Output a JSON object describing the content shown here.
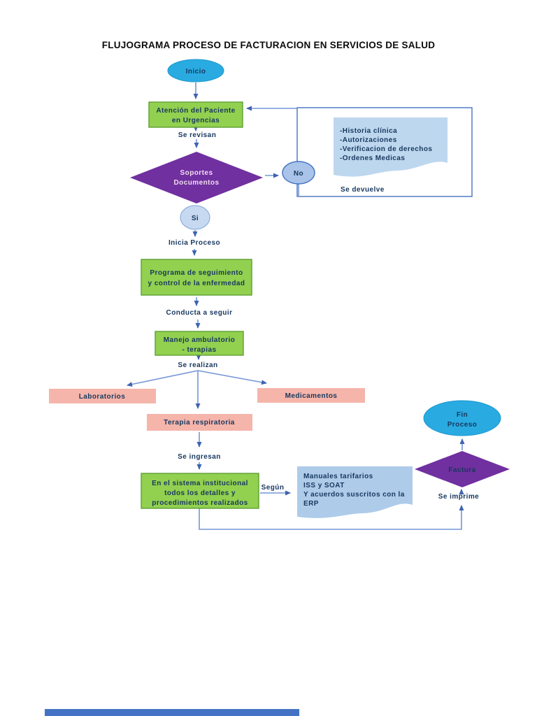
{
  "page": {
    "title": "FLUJOGRAMA PROCESO DE FACTURACION EN SERVICIOS DE SALUD"
  },
  "flowchart": {
    "nodes": {
      "inicio": {
        "label": "Inicio"
      },
      "atencion": {
        "line1": "Atención del Paciente",
        "line2": "en Urgencias"
      },
      "soportes": {
        "line1": "Soportes",
        "line2": "Documentos"
      },
      "no": {
        "label": "No"
      },
      "si": {
        "label": "Si"
      },
      "documentos": {
        "line1": "-Historia clínica",
        "line2": "-Autorizaciones",
        "line3": "-Verificacion de derechos",
        "line4": "-Ordenes Medicas"
      },
      "programa": {
        "line1": "Programa de seguimiento",
        "line2": "y control de la enfermedad"
      },
      "manejo": {
        "line1": "Manejo ambulatorio",
        "line2": "- terapias"
      },
      "laboratorios": {
        "label": "Laboratorios"
      },
      "medicamentos": {
        "label": "Medicamentos"
      },
      "terapia": {
        "label": "Terapia respiratoria"
      },
      "sistema": {
        "line1": "En el sistema institucional",
        "line2": "todos los detalles y",
        "line3": "procedimientos realizados"
      },
      "manuales": {
        "line1": "Manuales tarifarios",
        "line2": "ISS y SOAT",
        "line3": "Y acuerdos suscritos con la",
        "line4": "ERP"
      },
      "factura": {
        "label": "Factura"
      },
      "fin": {
        "line1": "Fin",
        "line2": "Proceso"
      }
    },
    "labels": {
      "se_revisan": "Se revisan",
      "se_devuelve": "Se devuelve",
      "inicia_proceso": "Inicia Proceso",
      "conducta": "Conducta a seguir",
      "se_realizan": "Se realizan",
      "se_ingresan": "Se ingresan",
      "segun": "Según",
      "se_imprime": "Se imprime"
    },
    "colors": {
      "start_fill": "#29ABE2",
      "start_border": "#1C96CE",
      "process_fill": "#92D050",
      "process_border": "#5EA032",
      "decision_fill": "#7030A0",
      "decision_text": "#F2DCEF",
      "doc_fill": "#BDD7EE",
      "doc2_fill": "#AECBEA",
      "pink_fill": "#F5B5AB",
      "no_fill": "#A9C4E8",
      "si_fill": "#C6D9F1",
      "connector": "#7396D5",
      "arrowhead_fill": "#3E63B0",
      "container_border": "#4472C4",
      "bar_fill": "#4472C4",
      "text_dark": "#17375E"
    }
  }
}
